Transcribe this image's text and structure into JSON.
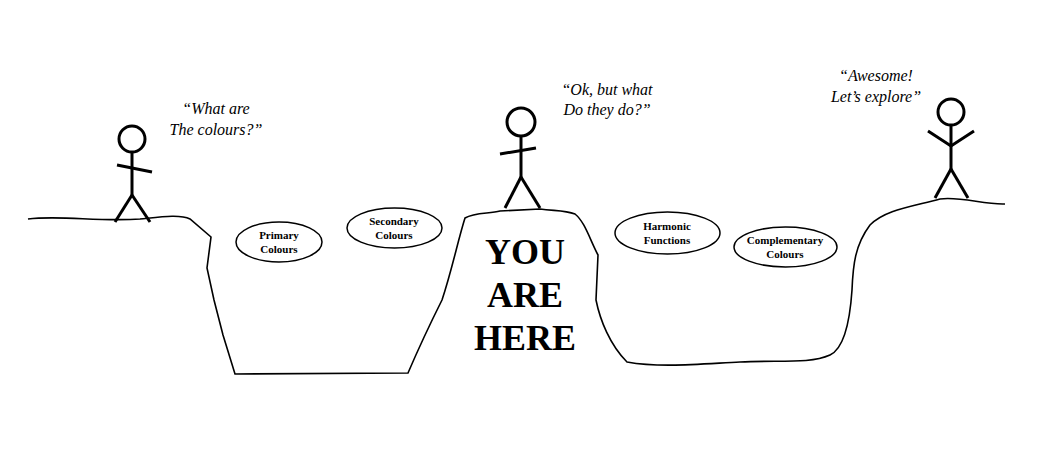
{
  "diagram": {
    "nodes": [
      {
        "text": [
          "Primary Colours"
        ]
      },
      {
        "text": [
          "Secondary Colours"
        ]
      },
      {
        "text": [
          "Harmonic Functions"
        ]
      },
      {
        "text": [
          "Complementary Colours"
        ]
      }
    ],
    "labels": [
      "“What are The colours?”",
      "YOU ARE HERE",
      "“Ok, but what Do they do?”",
      "“Awesome! Let’s explore”"
    ]
  }
}
